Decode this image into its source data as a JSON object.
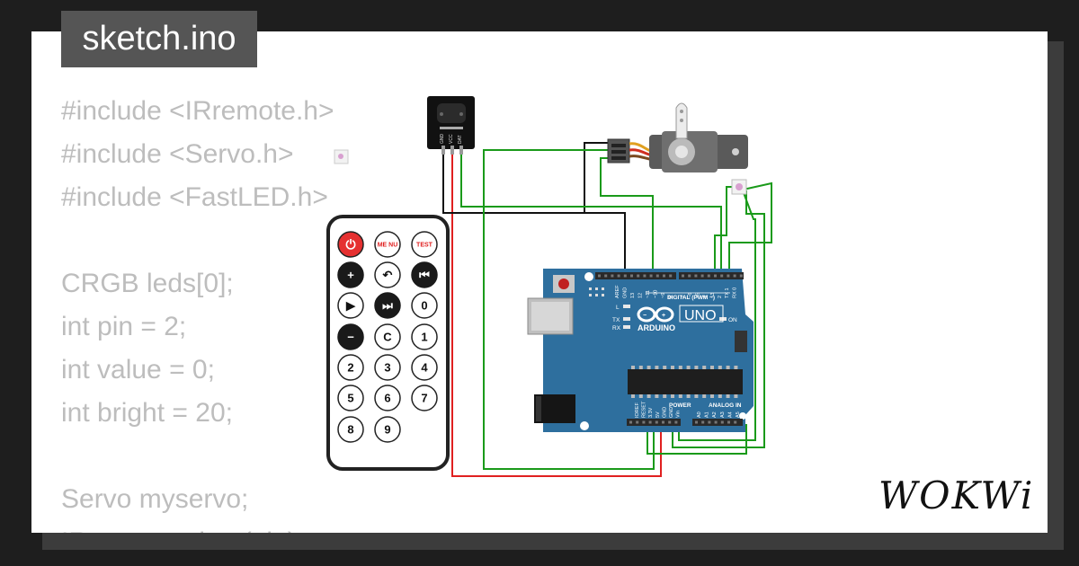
{
  "file_tab": {
    "title": "sketch.ino"
  },
  "code_lines": [
    "#include <IRremote.h>",
    "#include <Servo.h>",
    "#include <FastLED.h>",
    "",
    "CRGB leds[0];",
    "int pin = 2;",
    "int value = 0;",
    "int bright = 20;",
    "",
    "Servo myservo;",
    "IRrecv receiver(pin);"
  ],
  "remote": {
    "buttons": [
      {
        "name": "power-button",
        "label": "⏻",
        "kind": "red"
      },
      {
        "name": "menu-button",
        "label": "ME NU",
        "kind": "small"
      },
      {
        "name": "test-button",
        "label": "TEST",
        "kind": "small"
      },
      {
        "name": "plus-button",
        "label": "+",
        "kind": "dark"
      },
      {
        "name": "back-button",
        "label": "↶",
        "kind": "white"
      },
      {
        "name": "prev-button",
        "label": "⏮",
        "kind": "dark"
      },
      {
        "name": "play-button",
        "label": "▶",
        "kind": "white"
      },
      {
        "name": "next-button",
        "label": "⏭",
        "kind": "dark"
      },
      {
        "name": "digit-0-button",
        "label": "0",
        "kind": "white"
      },
      {
        "name": "minus-button",
        "label": "−",
        "kind": "dark"
      },
      {
        "name": "c-button",
        "label": "C",
        "kind": "white"
      },
      {
        "name": "digit-1-button",
        "label": "1",
        "kind": "white"
      },
      {
        "name": "digit-2-button",
        "label": "2",
        "kind": "white"
      },
      {
        "name": "digit-3-button",
        "label": "3",
        "kind": "white"
      },
      {
        "name": "digit-4-button",
        "label": "4",
        "kind": "white"
      },
      {
        "name": "digit-5-button",
        "label": "5",
        "kind": "white"
      },
      {
        "name": "digit-6-button",
        "label": "6",
        "kind": "white"
      },
      {
        "name": "digit-7-button",
        "label": "7",
        "kind": "white"
      },
      {
        "name": "digit-8-button",
        "label": "8",
        "kind": "white"
      },
      {
        "name": "digit-9-button",
        "label": "9",
        "kind": "white"
      }
    ]
  },
  "ir_receiver": {
    "pin_labels": [
      "GND",
      "VCC",
      "DAT"
    ]
  },
  "arduino": {
    "brand": "ARDUINO",
    "model": "UNO",
    "digital_label": "DIGITAL (PWM ~)",
    "power_label": "POWER",
    "analog_label": "ANALOG IN",
    "led_labels": [
      "L",
      "TX",
      "RX"
    ],
    "on_label": "ON",
    "top_pin_labels": [
      "AREF",
      "GND",
      "13",
      "12",
      "~11",
      "~10",
      "~9",
      "8",
      "7",
      "~6",
      "~5",
      "4",
      "~3",
      "2",
      "TX 1",
      "RX 0"
    ],
    "power_pin_labels": [
      "IOREF",
      "RESET",
      "3.3V",
      "5V",
      "GND",
      "GND",
      "Vin"
    ],
    "analog_pin_labels": [
      "A0",
      "A1",
      "A2",
      "A3",
      "A4",
      "A5"
    ]
  },
  "logo": {
    "text": "WOKWi"
  },
  "colors": {
    "board": "#2e6f9e",
    "wire_green": "#1a9a1a",
    "wire_red": "#e02020",
    "wire_black": "#111111",
    "code_text": "#bdbdbd",
    "tab_bg": "#555555"
  }
}
